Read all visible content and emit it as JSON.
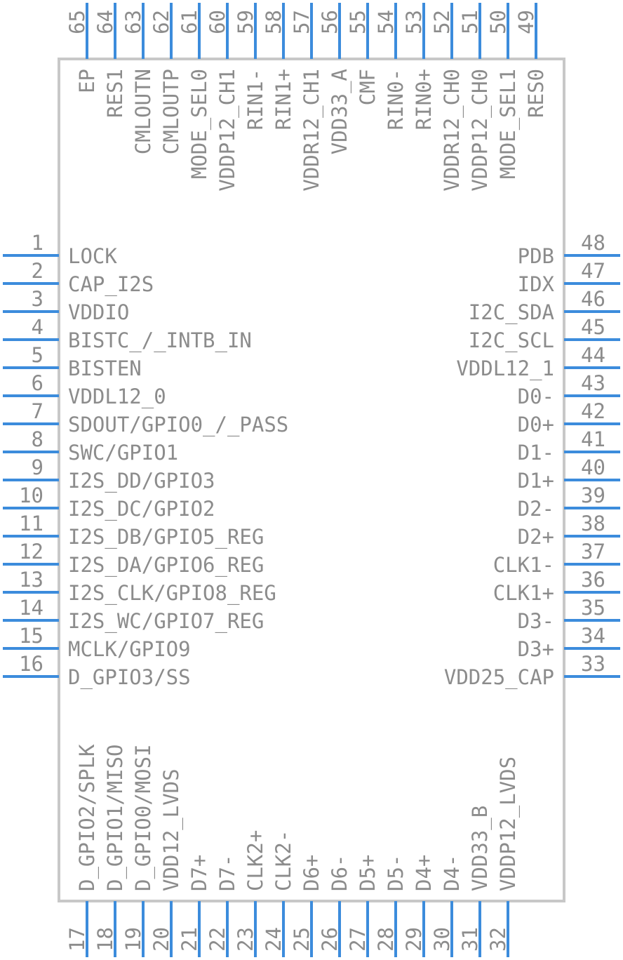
{
  "component": {
    "outline_color": "#c8c8c8",
    "pin_color": "#3c8cdc",
    "text_color": "#8c8c8c"
  },
  "pins": {
    "left": [
      {
        "num": "1",
        "name": "LOCK"
      },
      {
        "num": "2",
        "name": "CAP_I2S"
      },
      {
        "num": "3",
        "name": "VDDIO"
      },
      {
        "num": "4",
        "name": "BISTC_/_INTB_IN"
      },
      {
        "num": "5",
        "name": "BISTEN"
      },
      {
        "num": "6",
        "name": "VDDL12_0"
      },
      {
        "num": "7",
        "name": "SDOUT/GPIO0_/_PASS"
      },
      {
        "num": "8",
        "name": "SWC/GPIO1"
      },
      {
        "num": "9",
        "name": "I2S_DD/GPIO3"
      },
      {
        "num": "10",
        "name": "I2S_DC/GPIO2"
      },
      {
        "num": "11",
        "name": "I2S_DB/GPIO5_REG"
      },
      {
        "num": "12",
        "name": "I2S_DA/GPIO6_REG"
      },
      {
        "num": "13",
        "name": "I2S_CLK/GPIO8_REG"
      },
      {
        "num": "14",
        "name": "I2S_WC/GPIO7_REG"
      },
      {
        "num": "15",
        "name": "MCLK/GPIO9"
      },
      {
        "num": "16",
        "name": "D_GPIO3/SS"
      }
    ],
    "right": [
      {
        "num": "48",
        "name": "PDB"
      },
      {
        "num": "47",
        "name": "IDX"
      },
      {
        "num": "46",
        "name": "I2C_SDA"
      },
      {
        "num": "45",
        "name": "I2C_SCL"
      },
      {
        "num": "44",
        "name": "VDDL12_1"
      },
      {
        "num": "43",
        "name": "D0-"
      },
      {
        "num": "42",
        "name": "D0+"
      },
      {
        "num": "41",
        "name": "D1-"
      },
      {
        "num": "40",
        "name": "D1+"
      },
      {
        "num": "39",
        "name": "D2-"
      },
      {
        "num": "38",
        "name": "D2+"
      },
      {
        "num": "37",
        "name": "CLK1-"
      },
      {
        "num": "36",
        "name": "CLK1+"
      },
      {
        "num": "35",
        "name": "D3-"
      },
      {
        "num": "34",
        "name": "D3+"
      },
      {
        "num": "33",
        "name": "VDD25_CAP"
      }
    ],
    "bottom": [
      {
        "num": "17",
        "name": "D_GPIO2/SPLK"
      },
      {
        "num": "18",
        "name": "D_GPIO1/MISO"
      },
      {
        "num": "19",
        "name": "D_GPIO0/MOSI"
      },
      {
        "num": "20",
        "name": "VDD12_LVDS"
      },
      {
        "num": "21",
        "name": "D7+"
      },
      {
        "num": "22",
        "name": "D7-"
      },
      {
        "num": "23",
        "name": "CLK2+"
      },
      {
        "num": "24",
        "name": "CLK2-"
      },
      {
        "num": "25",
        "name": "D6+"
      },
      {
        "num": "26",
        "name": "D6-"
      },
      {
        "num": "27",
        "name": "D5+"
      },
      {
        "num": "28",
        "name": "D5-"
      },
      {
        "num": "29",
        "name": "D4+"
      },
      {
        "num": "30",
        "name": "D4-"
      },
      {
        "num": "31",
        "name": "VDD33_B"
      },
      {
        "num": "32",
        "name": "VDDP12_LVDS"
      }
    ],
    "top": [
      {
        "num": "65",
        "name": "EP"
      },
      {
        "num": "64",
        "name": "RES1"
      },
      {
        "num": "63",
        "name": "CMLOUTN"
      },
      {
        "num": "62",
        "name": "CMLOUTP"
      },
      {
        "num": "61",
        "name": "MODE_SEL0"
      },
      {
        "num": "60",
        "name": "VDDP12_CH1"
      },
      {
        "num": "59",
        "name": "RIN1-"
      },
      {
        "num": "58",
        "name": "RIN1+"
      },
      {
        "num": "57",
        "name": "VDDR12_CH1"
      },
      {
        "num": "56",
        "name": "VDD33_A"
      },
      {
        "num": "55",
        "name": "CMF"
      },
      {
        "num": "54",
        "name": "RIN0-"
      },
      {
        "num": "53",
        "name": "RIN0+"
      },
      {
        "num": "52",
        "name": "VDDR12_CH0"
      },
      {
        "num": "51",
        "name": "VDDP12_CH0"
      },
      {
        "num": "50",
        "name": "MODE_SEL1"
      },
      {
        "num": "49",
        "name": "RES0"
      }
    ]
  }
}
